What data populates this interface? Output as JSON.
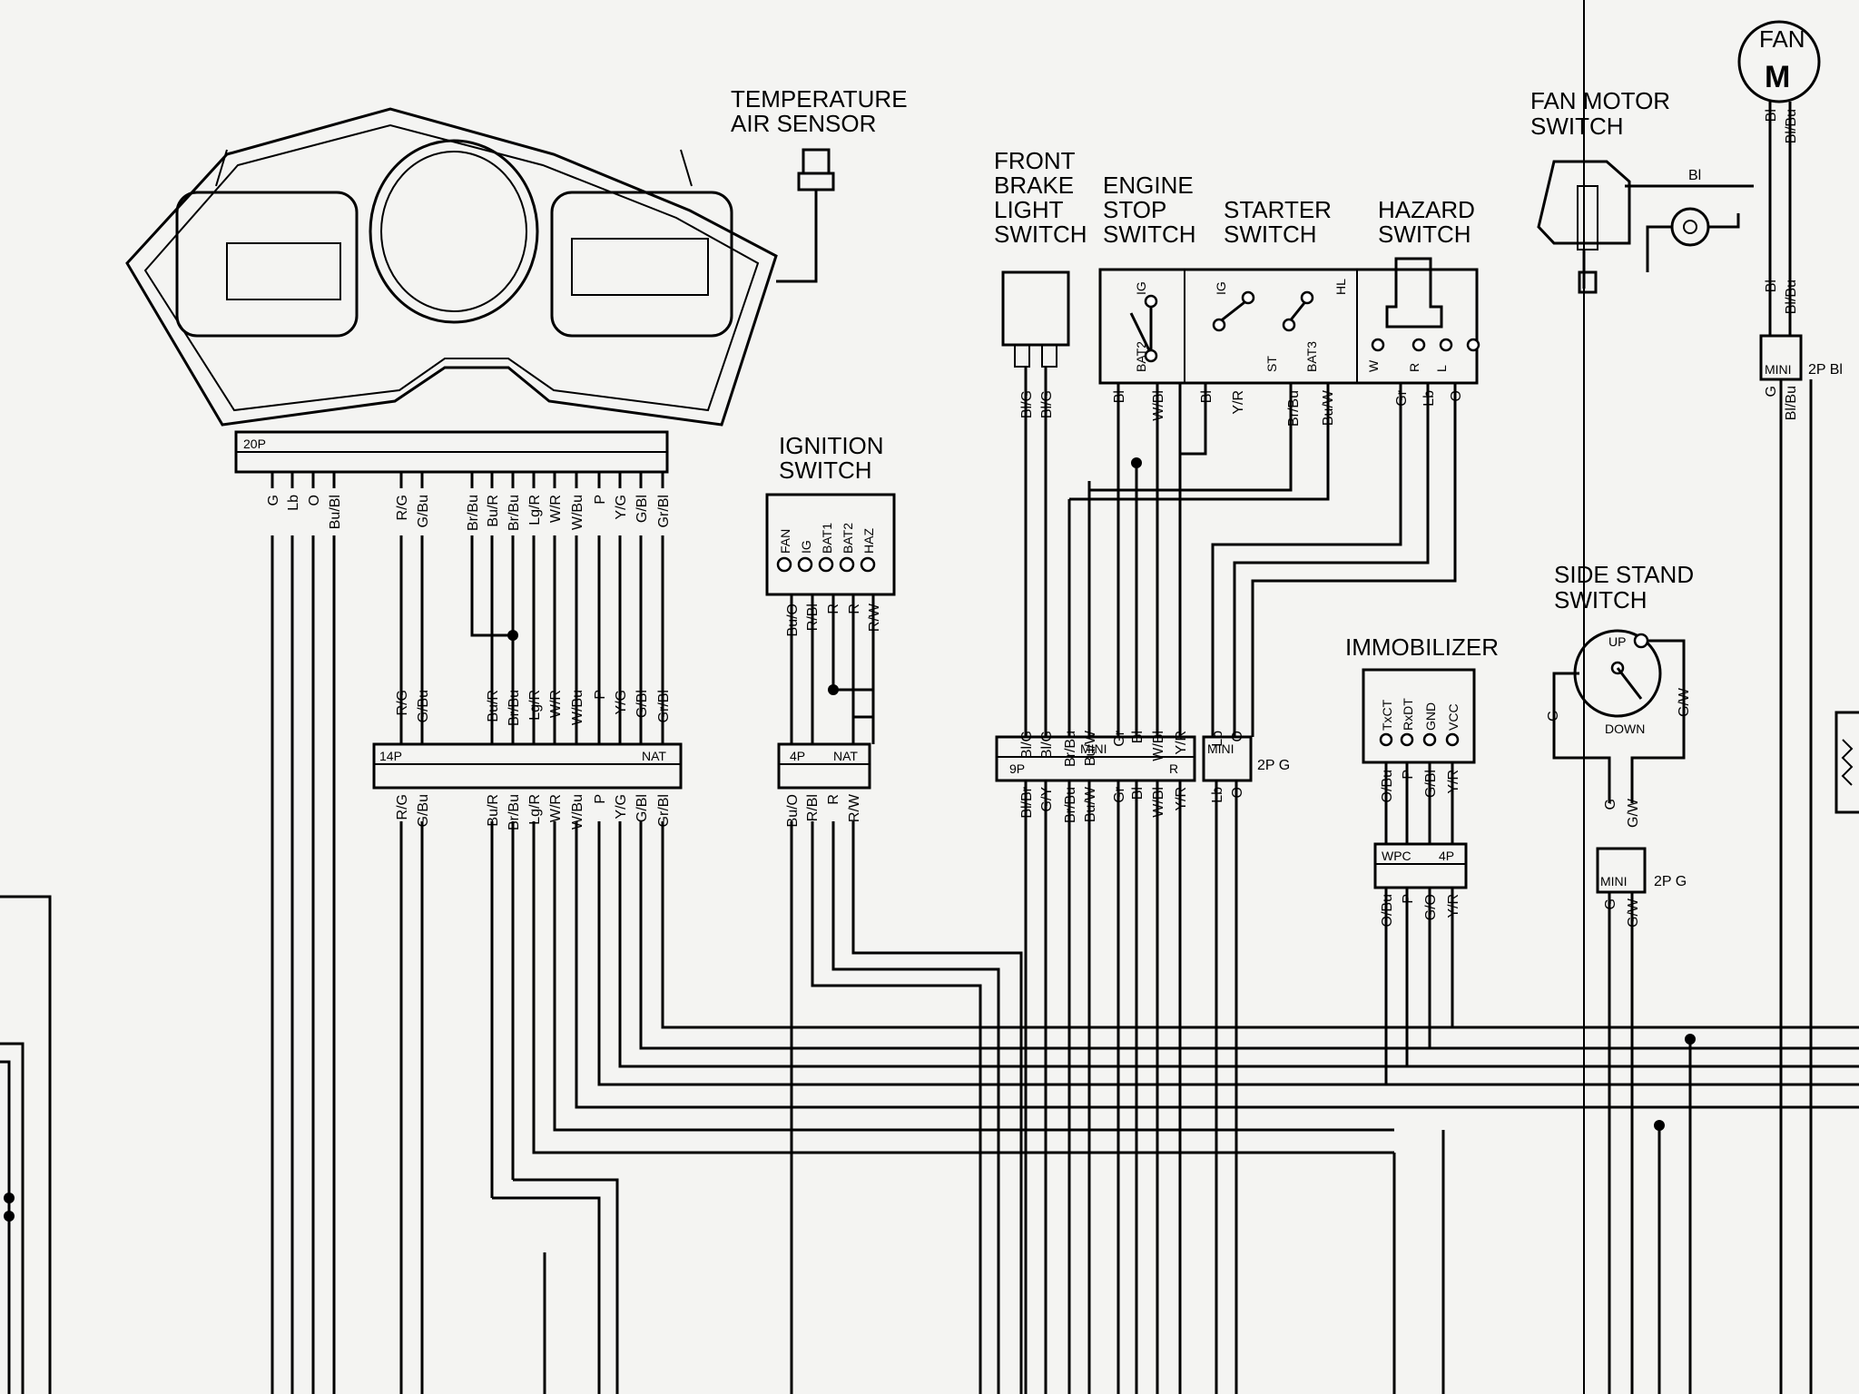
{
  "titles": {
    "temp_sensor": [
      "TEMPERATURE",
      "AIR SENSOR"
    ],
    "ignition_switch": [
      "IGNITION",
      "SWITCH"
    ],
    "front_brake": [
      "FRONT",
      "BRAKE",
      "LIGHT",
      "SWITCH"
    ],
    "engine_stop": [
      "ENGINE",
      "STOP",
      "SWITCH"
    ],
    "starter": [
      "STARTER",
      "SWITCH"
    ],
    "hazard": [
      "HAZARD",
      "SWITCH"
    ],
    "fan_motor_switch": [
      "FAN MOTOR",
      "SWITCH"
    ],
    "fan": "FAN",
    "fan_motor_symbol": "M",
    "side_stand": [
      "SIDE STAND",
      "SWITCH"
    ],
    "immobilizer": "IMMOBILIZER"
  },
  "meter_connector": {
    "name": "20P",
    "wires_top": [
      "G",
      "Lb",
      "O",
      "Bu/Bl",
      "R/G",
      "G/Bu",
      "Br/Bu",
      "Bu/R",
      "Br/Bu",
      "Lg/R",
      "W/R",
      "W/Bu",
      "P",
      "Y/G",
      "G/Bl",
      "Gr/Bl"
    ]
  },
  "connector_14p": {
    "name": "14P",
    "tag": "NAT",
    "wires_top": [
      "R/G",
      "G/Bu",
      "Bu/R",
      "Br/Bu",
      "Lg/R",
      "W/R",
      "W/Bu",
      "P",
      "Y/G",
      "G/Bl",
      "Gr/Bl"
    ],
    "wires_bottom": [
      "R/G",
      "G/Bu",
      "Bu/R",
      "Br/Bu",
      "Lg/R",
      "W/R",
      "W/Bu",
      "P",
      "Y/G",
      "G/Bl",
      "Gr/Bl"
    ]
  },
  "ignition_switch": {
    "terminals": [
      "FAN",
      "IG",
      "BAT1",
      "BAT2",
      "HAZ"
    ],
    "wires": [
      "Bu/O",
      "R/Bl",
      "R",
      "R",
      "R/W"
    ]
  },
  "connector_4p": {
    "name": "4P",
    "tag": "NAT",
    "wires_bottom": [
      "Bu/O",
      "R/Bl",
      "R",
      "R/W"
    ]
  },
  "front_brake": {
    "wires": [
      "Bl/G",
      "Bl/G"
    ]
  },
  "engine_stop": {
    "terminals": [
      "IG",
      "BAT2"
    ],
    "wires": [
      "Bl",
      "W/Bl"
    ]
  },
  "starter": {
    "terminals": [
      "IG",
      "ST",
      "BAT3"
    ],
    "wires": [
      "Bl",
      "Y/R",
      "Br/Bu",
      "Bu/W"
    ]
  },
  "hazard": {
    "terminals": [
      "HL",
      "W",
      "R",
      "L"
    ],
    "wires": [
      "Gr",
      "Lb",
      "O"
    ]
  },
  "connector_9p": {
    "name": "9P",
    "type": "MINI",
    "tag": "R",
    "wires_top": [
      "Bl/G",
      "Bl/G",
      "Br/Bu",
      "Bu/W",
      "Gr",
      "Bl",
      "W/Bl",
      "Y/R"
    ],
    "wires_bottom": [
      "Bl/Br",
      "G/Y",
      "Br/Bu",
      "Bu/W",
      "Gr",
      "Bl",
      "W/Bl",
      "Y/R"
    ]
  },
  "connector_2pg_left": {
    "type": "MINI",
    "name": "2P G",
    "wires_top": [
      "Lb",
      "O"
    ],
    "wires_bottom": [
      "Lb",
      "O"
    ]
  },
  "immobilizer": {
    "terminals": [
      "TxCT",
      "RxDT",
      "GND",
      "VCC"
    ],
    "wires_top": [
      "O/Bu",
      "P",
      "G/Bl",
      "Y/R"
    ],
    "connector": "WPC",
    "connector_size": "4P",
    "wires_bottom": [
      "O/Bu",
      "P",
      "G/O",
      "Y/R"
    ]
  },
  "side_stand": {
    "positions": [
      "UP",
      "DOWN"
    ],
    "wires": [
      "G",
      "G/W"
    ],
    "connector_type": "MINI",
    "connector_name": "2P G",
    "wires_top": [
      "G",
      "G/W"
    ],
    "wires_bottom": [
      "G",
      "G/W"
    ]
  },
  "fan_motor_switch": {
    "wire": "Bl"
  },
  "fan_motor": {
    "wires": [
      "Bl",
      "Bl/Bu"
    ],
    "wires_mid": [
      "Bl",
      "Bl/Bu"
    ],
    "connector_type": "MINI",
    "connector_name": "2P Bl",
    "wires_bottom": [
      "G",
      "Bl/Bu"
    ]
  }
}
